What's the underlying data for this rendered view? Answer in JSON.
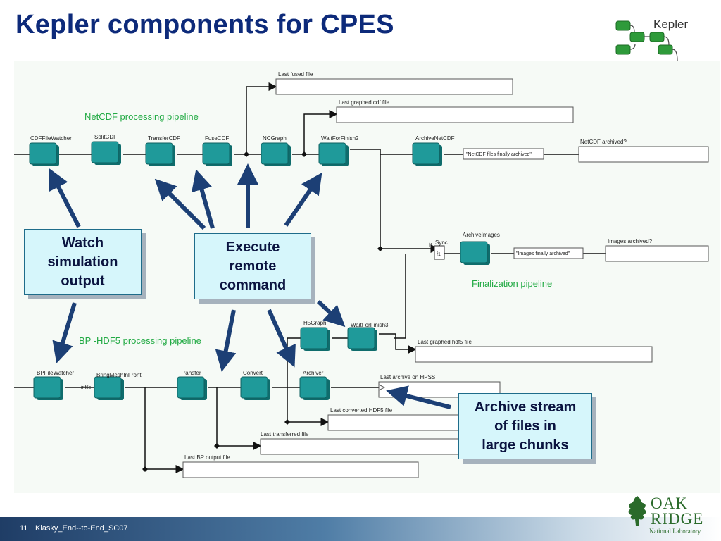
{
  "slide": {
    "title": "Kepler components for CPES"
  },
  "kepler_logo": {
    "label": "Kepler"
  },
  "pipelines": {
    "netcdf": "NetCDF processing pipeline",
    "finalization": "Finalization pipeline",
    "bp_hdf5": "BP -HDF5 processing pipeline"
  },
  "components": {
    "cdf_file_watcher": "CDFFileWatcher",
    "split_cdf": "SplitCDF",
    "transfer_cdf": "TransferCDF",
    "fuse_cdf": "FuseCDF",
    "nc_graph": "NCGraph",
    "wait_for_finish2": "WaitForFinish2",
    "archive_netcdf": "ArchiveNetCDF",
    "archive_images": "ArchiveImages",
    "sync": "Sync",
    "h5_graph": "H5Graph",
    "wait_for_finish3": "WaitForFinish3",
    "bp_file_watcher": "BPFileWatcher",
    "bring_mesh_in_front": "BringMeshInFront",
    "transfer": "Transfer",
    "convert": "Convert",
    "archiver": "Archiver"
  },
  "port_labels": {
    "sync_f1_in": "f1",
    "sync_f1_out": "f1",
    "infile": "infile"
  },
  "displays": {
    "last_fused_file": "Last fused file",
    "last_graphed_cdf_file": "Last graphed cdf file",
    "netcdf_archived": "NetCDF archived?",
    "images_archived": "Images archived?",
    "last_graphed_hdf5_file": "Last graphed hdf5 file",
    "last_archive_on_hpss": "Last archive on HPSS",
    "last_converted_hdf5_file": "Last converted HDF5 file",
    "last_transferred_file": "Last transferred file",
    "last_bp_output_file": "Last BP output file"
  },
  "constants": {
    "netcdf_finally_archived": "\"NetCDF files finally archived\"",
    "images_finally_archived": "\"Images finally archived\""
  },
  "callouts": {
    "watch": [
      "Watch",
      "simulation",
      "output"
    ],
    "execute": [
      "Execute",
      "remote",
      "command"
    ],
    "archive": [
      "Archive stream",
      "of files in",
      "large chunks"
    ]
  },
  "footer": {
    "slide_number": "11",
    "text": "Klasky_End--to-End_SC07"
  },
  "ornl": {
    "line1": "OAK",
    "line2": "RIDGE",
    "line3": "National Laboratory"
  },
  "colors": {
    "title": "#0d2a7a",
    "actor": "#1f9a9a",
    "callout_bg": "#d6f6fb",
    "arrow": "#1c3f75",
    "pipeline_label": "#22aa44"
  }
}
